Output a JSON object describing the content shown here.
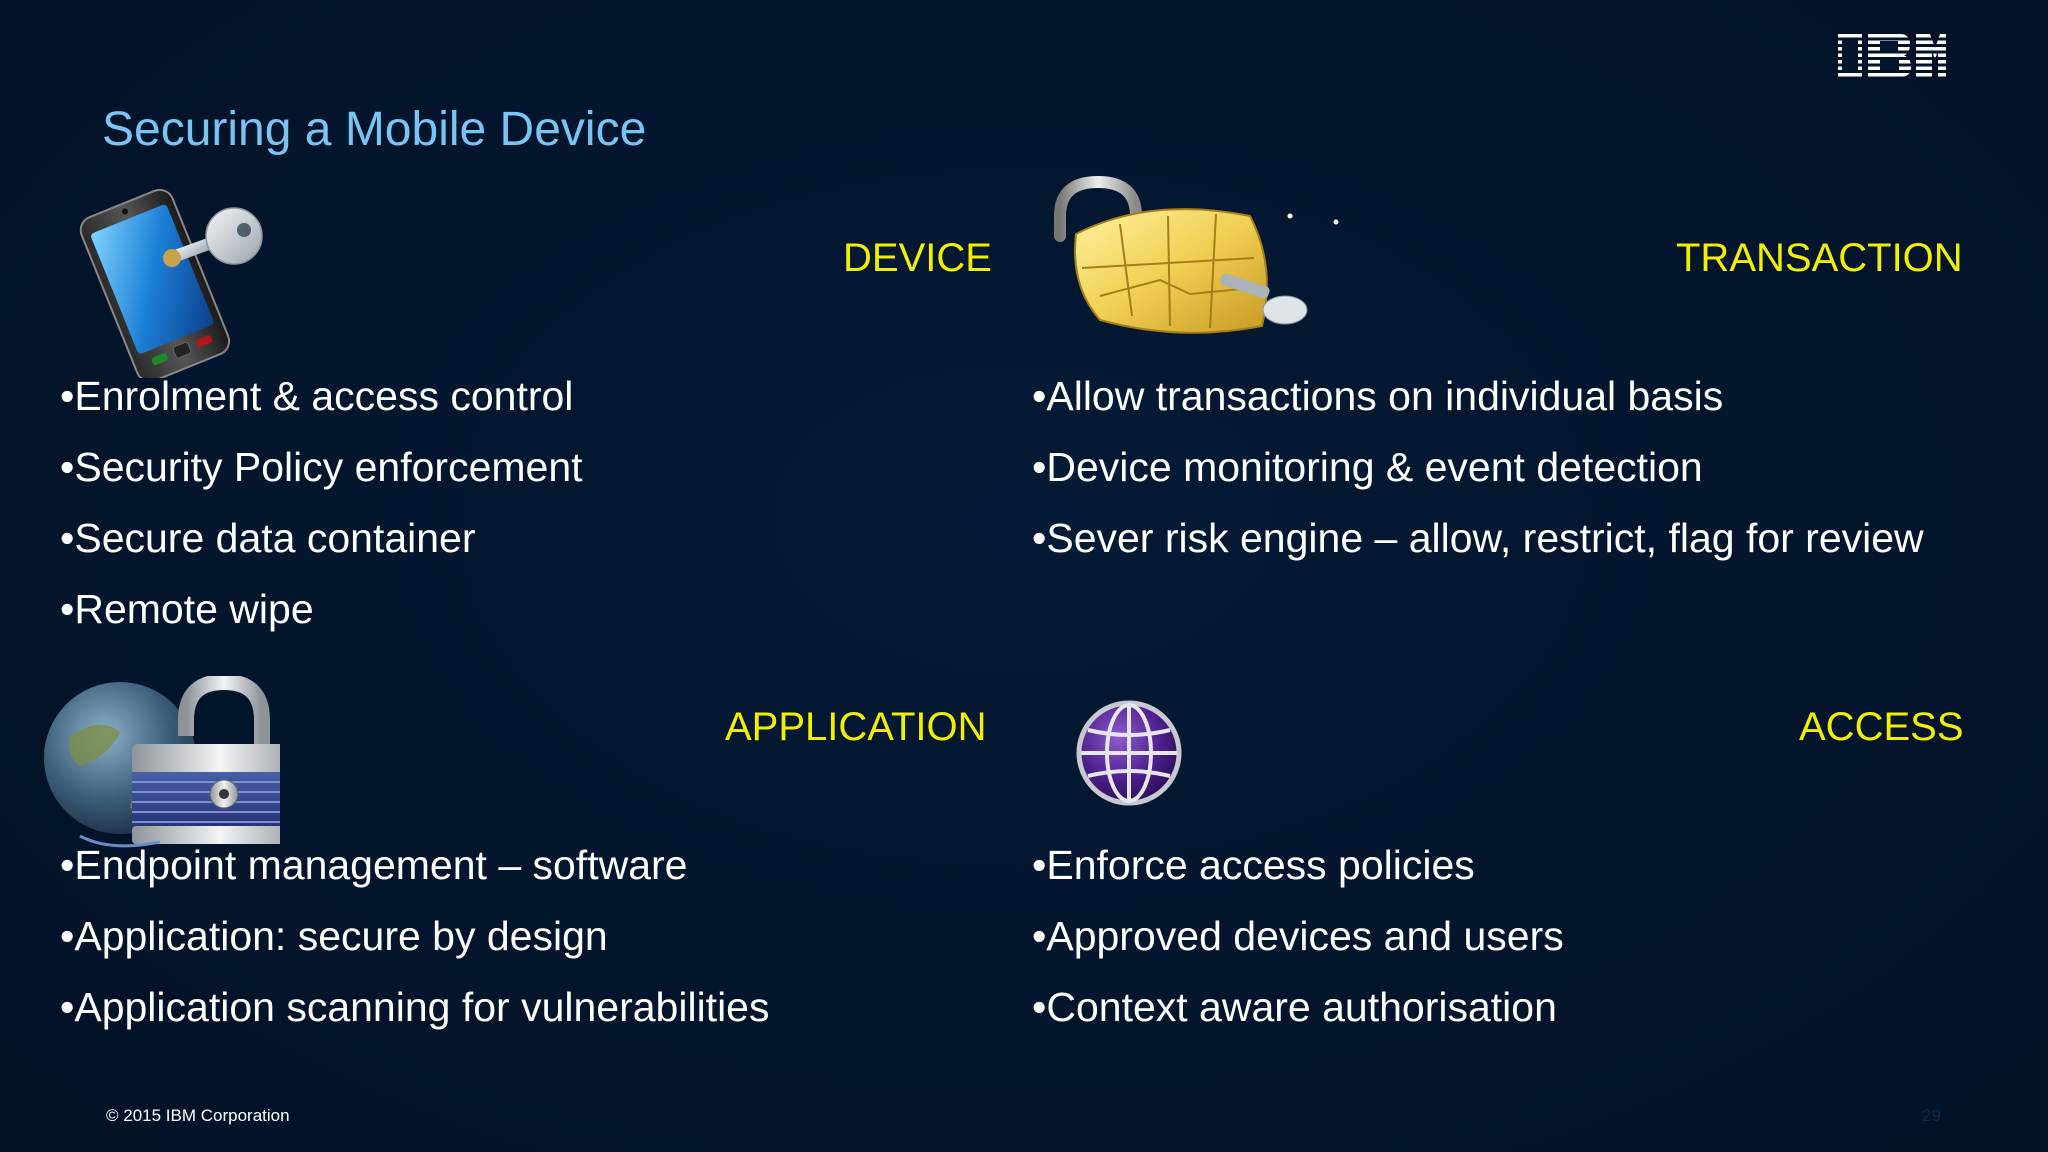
{
  "title": "Securing a Mobile Device",
  "logo_text": "IBM",
  "quadrants": {
    "device": {
      "heading": "DEVICE",
      "icon": "phone-with-key-icon",
      "bullets": [
        "Enrolment & access control",
        "Security Policy enforcement",
        "Secure data container",
        "Remote wipe"
      ]
    },
    "transaction": {
      "heading": "TRANSACTION",
      "icon": "chip-padlock-icon",
      "bullets": [
        "Allow transactions on individual basis",
        "Device monitoring & event detection",
        "Sever risk engine – allow, restrict, flag for review"
      ]
    },
    "application": {
      "heading": "APPLICATION",
      "icon": "globe-padlock-icon",
      "bullets": [
        "Endpoint management – software",
        "Application: secure by design",
        "Application scanning for vulnerabilities"
      ]
    },
    "access": {
      "heading": "ACCESS",
      "icon": "globe-icon",
      "bullets": [
        "Enforce access policies",
        "Approved devices and users",
        "Context aware authorisation"
      ]
    }
  },
  "footer": {
    "copyright": "© 2015 IBM Corporation",
    "page_number": "29"
  },
  "colors": {
    "background": "#03162d",
    "title": "#79c4f2",
    "heading": "#f2f000",
    "text": "#ffffff"
  }
}
